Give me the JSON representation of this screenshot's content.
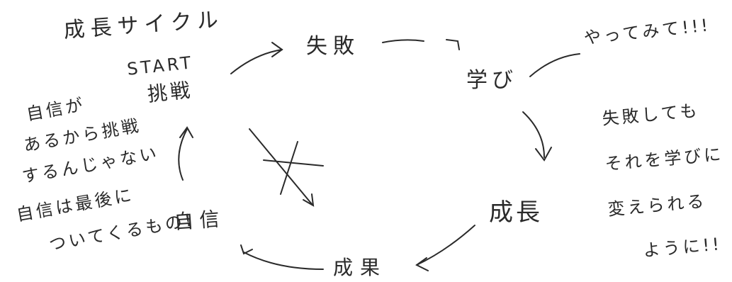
{
  "diagram": {
    "title": "成長サイクル",
    "nodes": {
      "start_en": "START",
      "start_jp": "挑戦",
      "failure": "失敗",
      "learning": "学び",
      "growth": "成長",
      "result": "成果",
      "confidence": "自信"
    },
    "callouts": {
      "try_it": "やってみて!!!"
    },
    "left_note": [
      "自信が",
      "あるから挑戦",
      "するんじゃない",
      "自信は最後に",
      "ついてくるもの!"
    ],
    "right_note": [
      "失敗しても",
      "それを学びに",
      "変えられる",
      "ように!!"
    ]
  }
}
